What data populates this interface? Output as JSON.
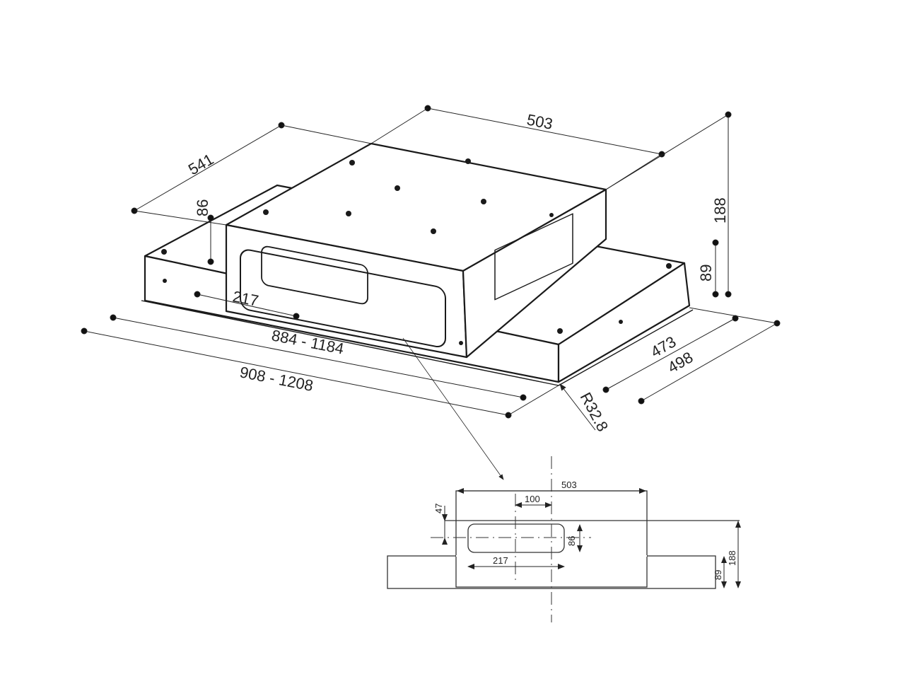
{
  "main_view": {
    "dimensions": {
      "depth": "541",
      "box_width": "503",
      "total_height": "188",
      "tray_height": "89",
      "outlet_height": "86",
      "outlet_width": "217",
      "inner_length": "884 - 1184",
      "outer_length": "908 - 1208",
      "inner_depth": "473",
      "outer_depth": "498",
      "radius": "R32.8"
    }
  },
  "detail_view": {
    "dimensions": {
      "box_width": "503",
      "offset": "100",
      "top_offset": "47",
      "outlet_height": "86",
      "outlet_width": "217",
      "tray_height": "89",
      "total_height": "188"
    }
  }
}
